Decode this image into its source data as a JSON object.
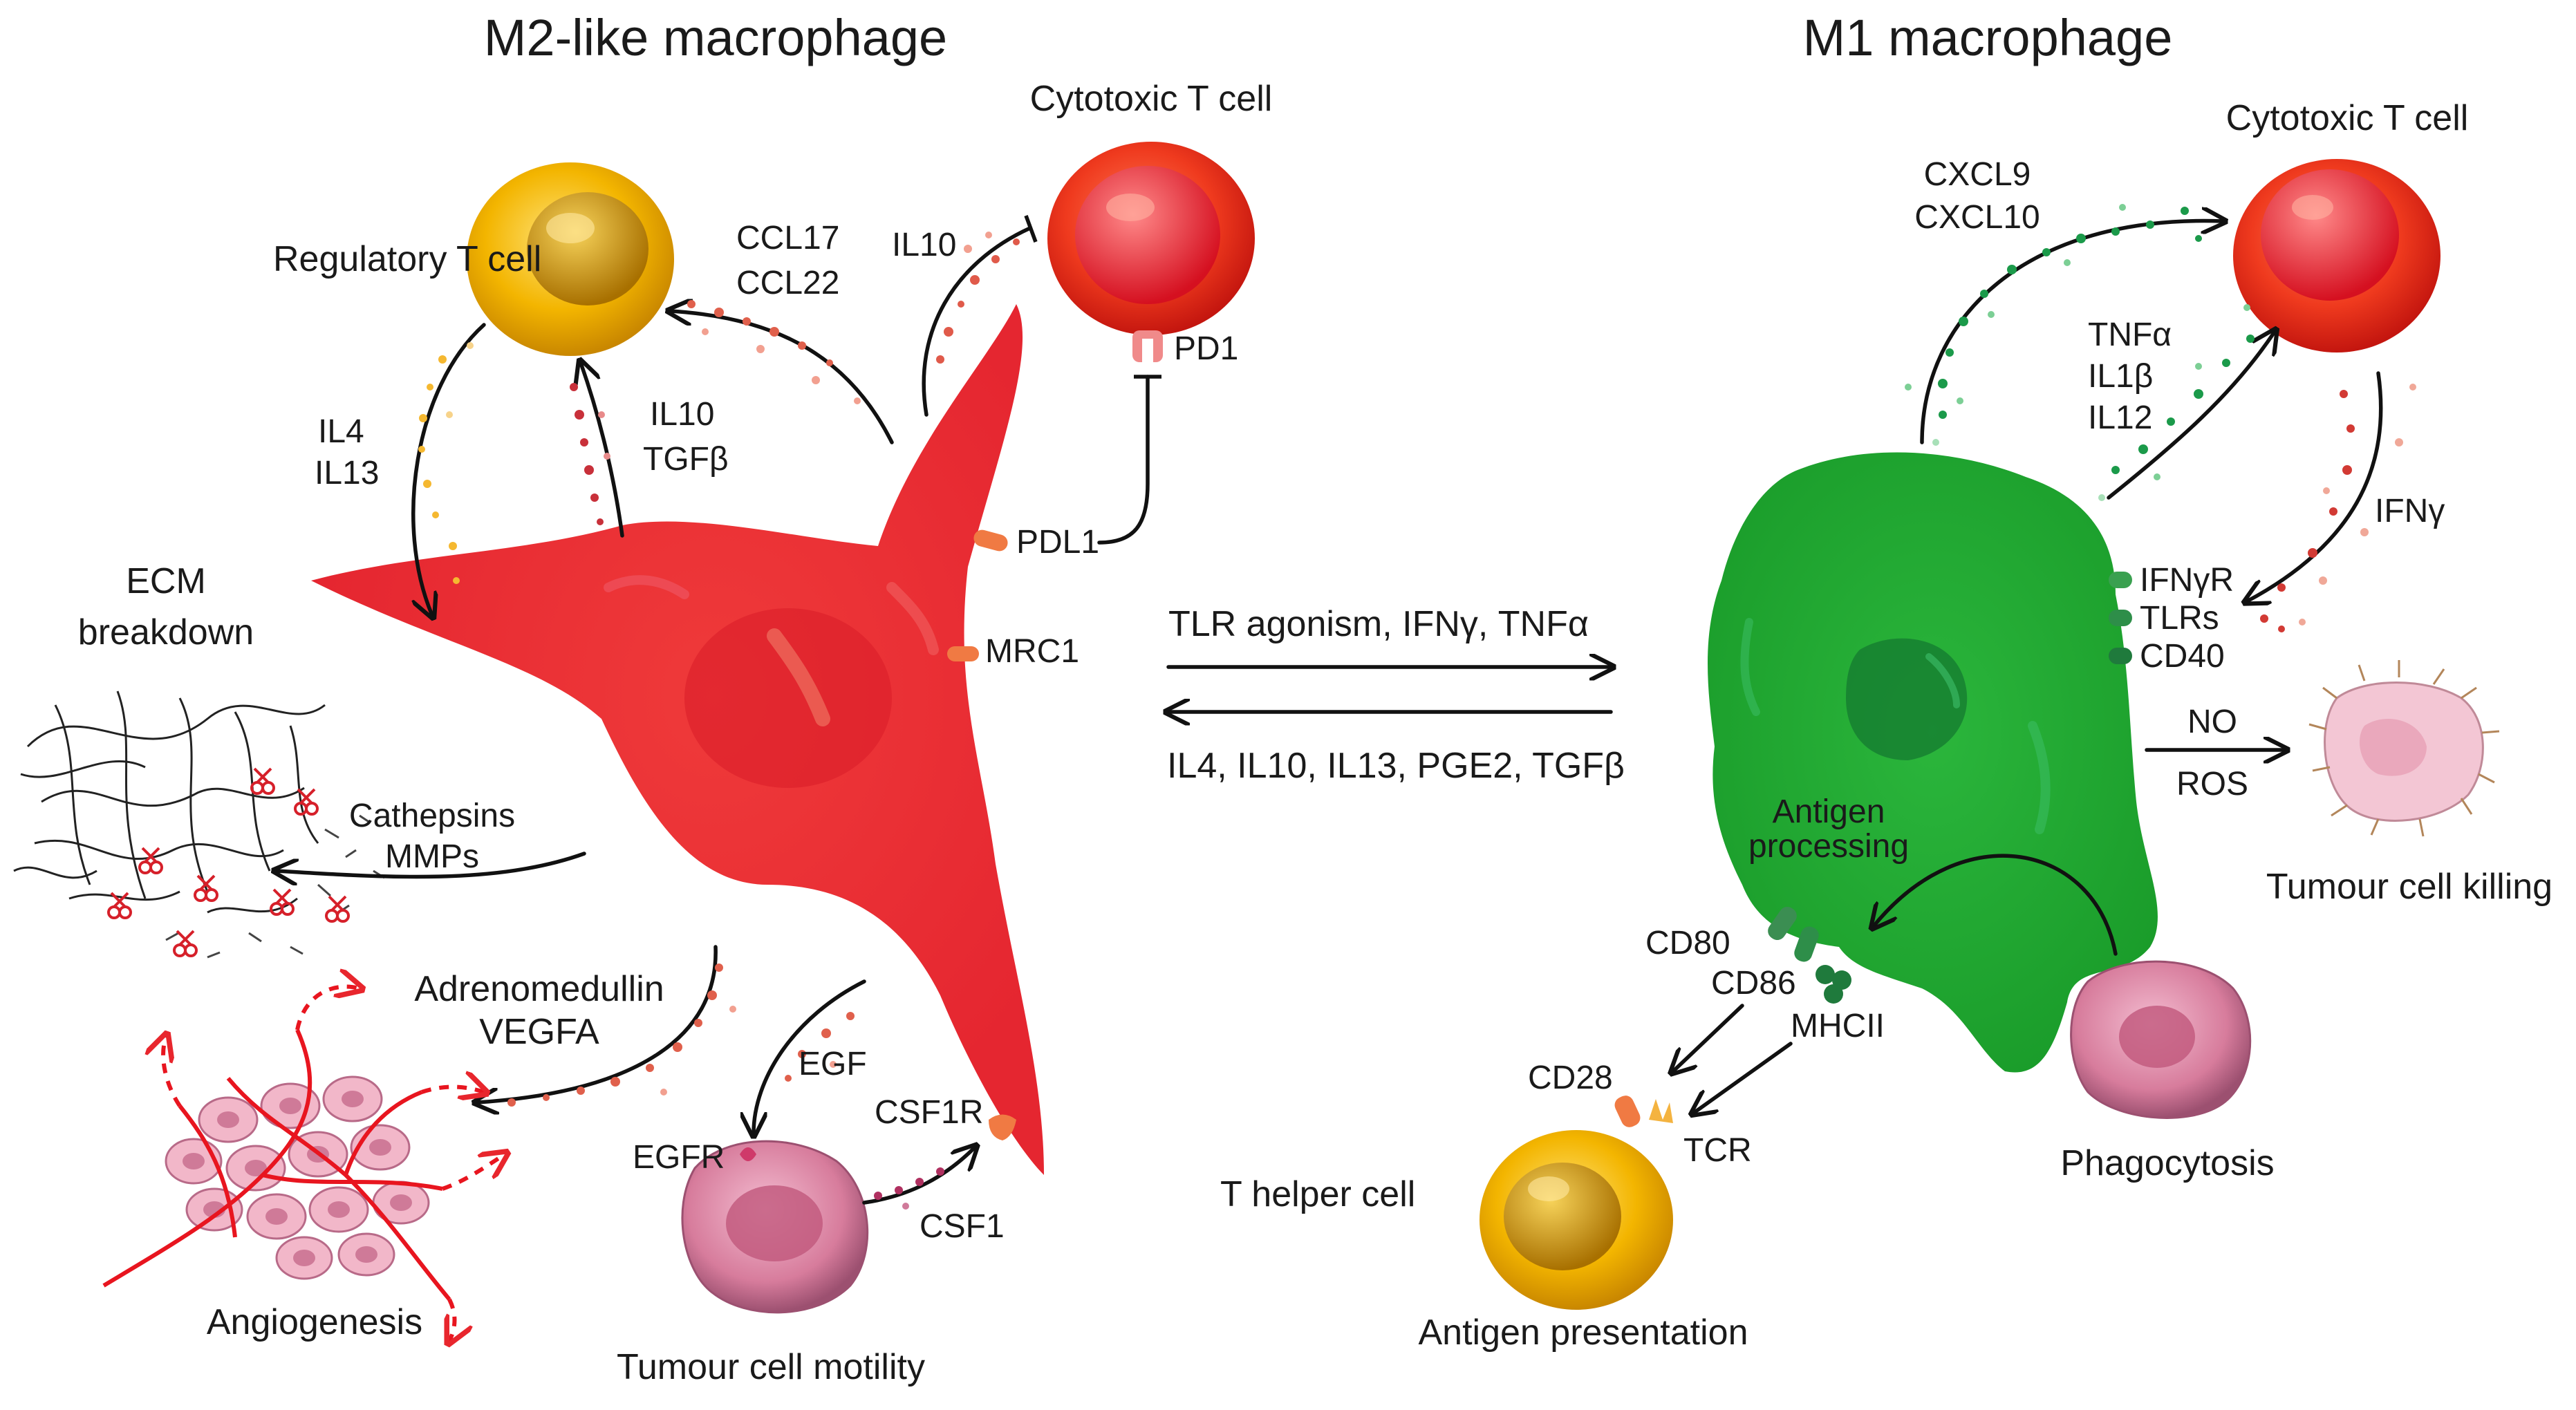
{
  "titles": {
    "m2": "M2-like macrophage",
    "m1": "M1 macrophage"
  },
  "m2": {
    "regulatory_t_cell": "Regulatory T cell",
    "cytotoxic_t_cell": "Cytotoxic T cell",
    "ccl17": "CCL17",
    "ccl22": "CCL22",
    "il10_top": "IL10",
    "pd1": "PD1",
    "pdl1": "PDL1",
    "il4": "IL4",
    "il13": "IL13",
    "il10_mid": "IL10",
    "tgfb": "TGFβ",
    "mrc1": "MRC1",
    "ecm_line1": "ECM",
    "ecm_line2": "breakdown",
    "cathepsins": "Cathepsins",
    "mmps": "MMPs",
    "adrenomedullin": "Adrenomedullin",
    "vegfa": "VEGFA",
    "angiogenesis": "Angiogenesis",
    "egf": "EGF",
    "egfr": "EGFR",
    "csf1r": "CSF1R",
    "csf1": "CSF1",
    "tumour_motility": "Tumour cell motility"
  },
  "center": {
    "to_m1": "TLR agonism, IFNγ, TNFα",
    "to_m2": "IL4, IL10, IL13, PGE2, TGFβ"
  },
  "m1": {
    "cytotoxic_t_cell": "Cytotoxic T cell",
    "cxcl9": "CXCL9",
    "cxcl10": "CXCL10",
    "tnfa": "TNFα",
    "il1b": "IL1β",
    "il12": "IL12",
    "ifng": "IFNγ",
    "ifngr": "IFNγR",
    "tlrs": "TLRs",
    "cd40": "CD40",
    "no": "NO",
    "ros": "ROS",
    "tumour_killing": "Tumour cell killing",
    "antigen_processing_1": "Antigen",
    "antigen_processing_2": "processing",
    "cd80": "CD80",
    "cd86": "CD86",
    "mhcii": "MHCII",
    "cd28": "CD28",
    "tcr": "TCR",
    "t_helper": "T helper cell",
    "antigen_presentation": "Antigen presentation",
    "phagocytosis": "Phagocytosis"
  },
  "colors": {
    "m2_body": "#e8262d",
    "m1_body": "#1fa531",
    "treg": "#f2b300",
    "cytotoxic": "#e8281e",
    "tumour": "#d9799a",
    "signal_red": "#d23a34",
    "signal_green": "#1b9a4a",
    "receptor_orange": "#f07a43",
    "receptor_green": "#2f8a4e"
  }
}
